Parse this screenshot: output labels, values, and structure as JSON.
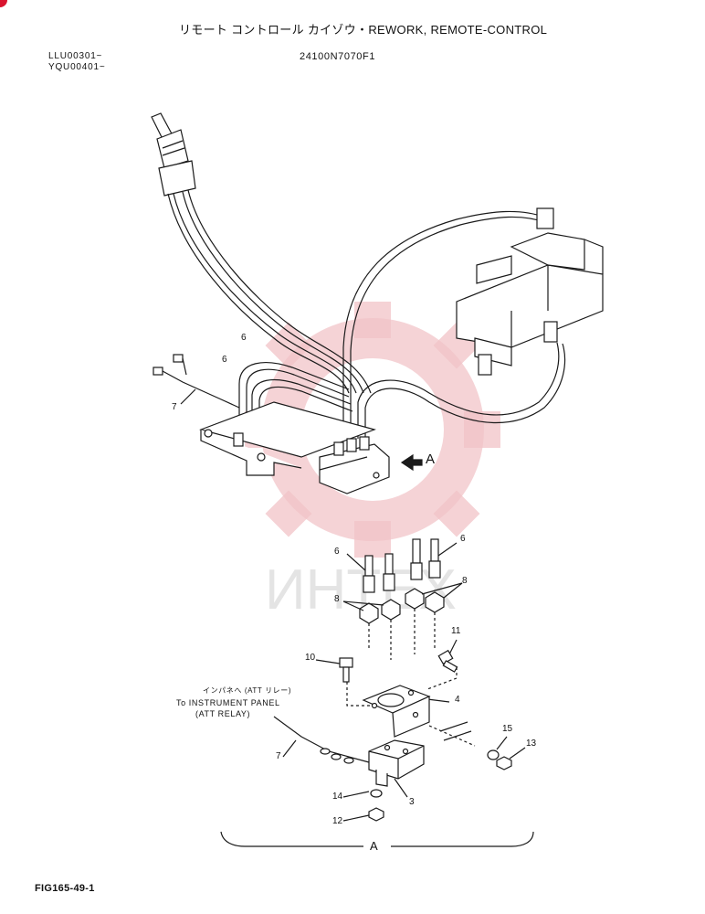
{
  "header": {
    "title": "リモート コントロール カイゾウ・REWORK, REMOTE-CONTROL",
    "serial_1": "LLU00301~",
    "serial_2": "YQU00401~",
    "part_number": "24100N7070F1"
  },
  "watermark": {
    "text": "ИНТЕХ",
    "color": "#f2c4c8"
  },
  "view_marker": "A",
  "bottom_marker": "A",
  "instrument_note": {
    "line_1": "インパネへ (ATT リレー)",
    "line_2": "To INSTRUMENT PANEL",
    "line_3": "(ATT RELAY)"
  },
  "callouts": {
    "c6_top_a": "6",
    "c6_top_b": "6",
    "c7_top": "7",
    "c6_left": "6",
    "c6_right": "6",
    "c8_left": "8",
    "c8_right": "8",
    "c11": "11",
    "c10": "10",
    "c4": "4",
    "c15": "15",
    "c13": "13",
    "c7_bottom": "7",
    "c14": "14",
    "c3": "3",
    "c12": "12"
  },
  "footer": {
    "figure_ref": "FIG165-49-1"
  },
  "colors": {
    "line": "#1a1a1a",
    "accent": "#d9142e"
  }
}
